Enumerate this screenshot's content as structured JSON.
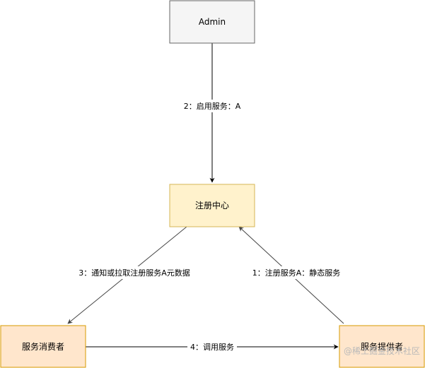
{
  "nodes": {
    "admin": {
      "label": "Admin"
    },
    "registry": {
      "label": "注册中心"
    },
    "consumer": {
      "label": "服务消费者"
    },
    "provider": {
      "label": "服务提供者"
    }
  },
  "edges": {
    "enable": {
      "label": "2：启用服务：A"
    },
    "notify": {
      "label": "3：通知或拉取注册服务A元数据"
    },
    "register": {
      "label": "1：注册服务A：静态服务"
    },
    "invoke": {
      "label": "4：调用服务"
    }
  },
  "watermark": {
    "text": "@稀土掘金技术社区"
  },
  "colors": {
    "admin_fill": "#f5f5f5",
    "admin_stroke": "#666666",
    "registry_fill": "#fff2cc",
    "registry_stroke": "#d6b656",
    "actor_fill": "#ffe6cc",
    "actor_stroke": "#d79b00"
  }
}
